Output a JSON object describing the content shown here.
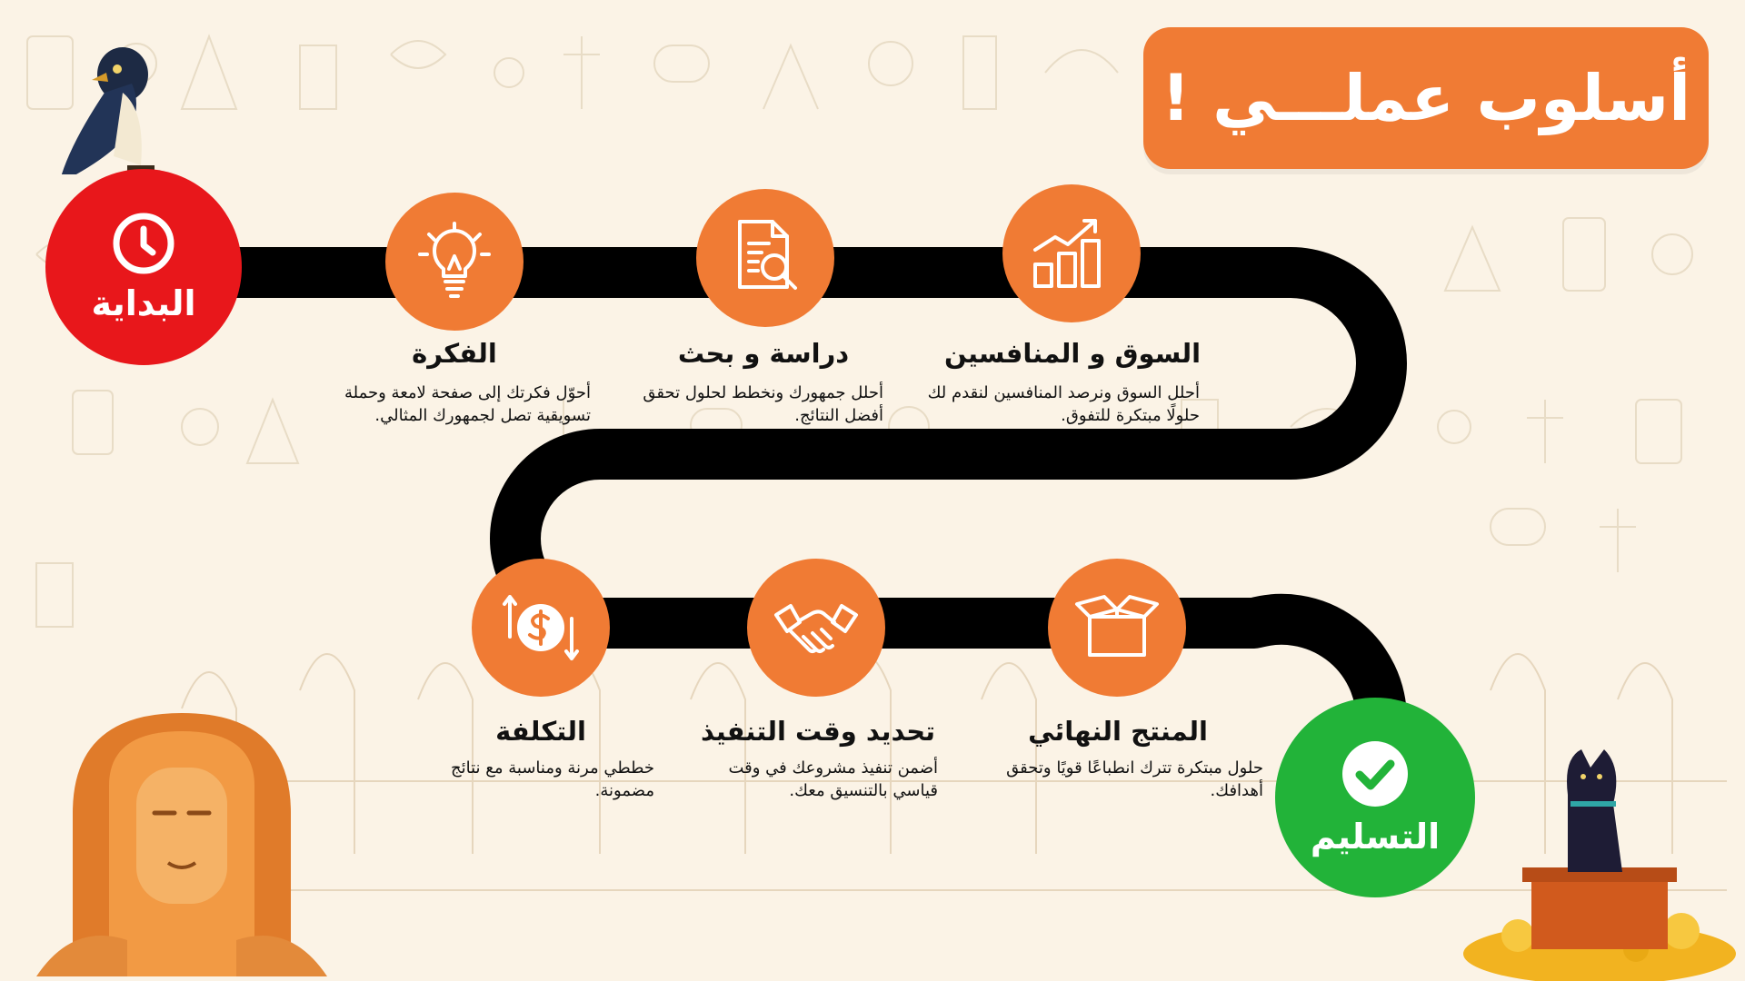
{
  "title": "أسلوب عملـــي !",
  "start": {
    "label": "البداية",
    "icon": "clock-icon",
    "color": "#e8171b"
  },
  "end": {
    "label": "التسليم",
    "icon": "check-icon",
    "color": "#22b339"
  },
  "accent_color": "#f07b34",
  "steps": [
    {
      "title": "الفكرة",
      "desc": "أحوّل فكرتك إلى صفحة لامعة وحملة تسويقية تصل لجمهورك المثالي.",
      "icon": "lightbulb-icon"
    },
    {
      "title": "دراسة و بحث",
      "desc": "أحلل جمهورك ونخطط لحلول تحقق أفضل النتائج.",
      "icon": "document-search-icon"
    },
    {
      "title": "السوق و المنافسين",
      "desc": "أحلل السوق ونرصد المنافسين لنقدم لك حلولًا مبتكرة للتفوق.",
      "icon": "growth-chart-icon"
    },
    {
      "title": "التكلفة",
      "desc": "خططي مرنة ومناسبة مع نتائج مضمونة.",
      "icon": "dollar-cycle-icon"
    },
    {
      "title": "تحديد وقت التنفيذ",
      "desc": "أضمن تنفيذ مشروعك في وقت قياسي بالتنسيق معك.",
      "icon": "handshake-icon"
    },
    {
      "title": "المنتج النهائي",
      "desc": "حلول مبتكرة تترك انطباعًا قويًا وتحقق أهدافك.",
      "icon": "box-icon"
    }
  ]
}
